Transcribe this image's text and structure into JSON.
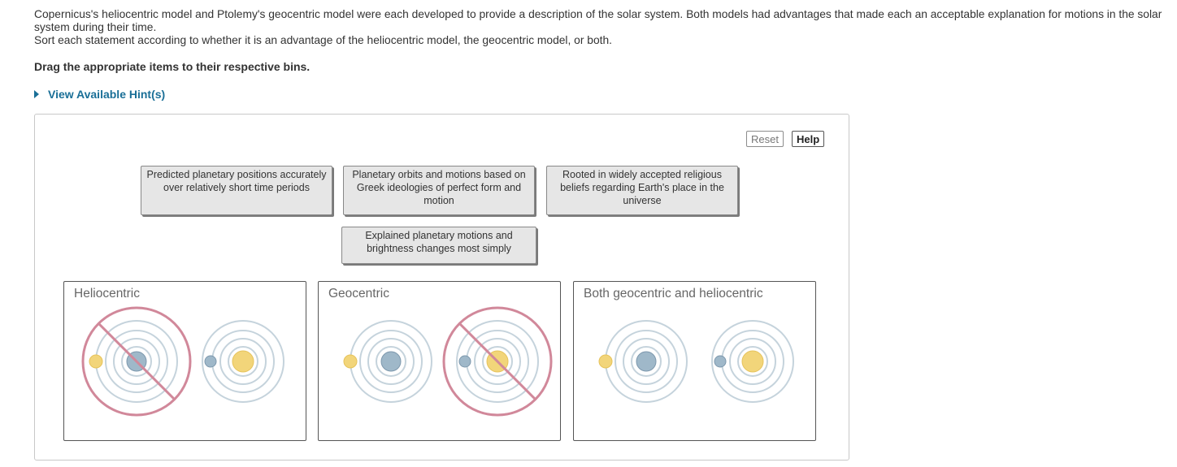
{
  "intro": {
    "line1": "Copernicus's heliocentric model and Ptolemy's geocentric model were each developed to provide a description of the solar system. Both models had advantages that made each an acceptable explanation for motions in the solar system during their time.",
    "line2": "Sort each statement according to whether it is an advantage of the heliocentric model, the geocentric model, or both."
  },
  "instruction": "Drag the appropriate items to their respective bins.",
  "hint_label": "View Available Hint(s)",
  "toolbar": {
    "reset_label": "Reset",
    "help_label": "Help"
  },
  "items": [
    "Predicted planetary positions accurately over relatively short time periods",
    "Planetary orbits and motions based on Greek ideologies of perfect form and motion",
    "Rooted in widely accepted religious beliefs regarding Earth's place in the universe",
    "Explained planetary motions and brightness changes most simply"
  ],
  "bins": [
    {
      "label": "Heliocentric",
      "icons": [
        "geocentric-model-icon",
        "heliocentric-model-icon"
      ],
      "crossed": [
        true,
        false
      ]
    },
    {
      "label": "Geocentric",
      "icons": [
        "geocentric-model-icon",
        "heliocentric-model-icon"
      ],
      "crossed": [
        false,
        true
      ]
    },
    {
      "label": "Both geocentric and heliocentric",
      "icons": [
        "geocentric-model-icon",
        "heliocentric-model-icon"
      ],
      "crossed": [
        false,
        false
      ]
    }
  ],
  "colors": {
    "sun": "#f2d57a",
    "sun_outline": "#e6c35a",
    "earth": "#9fb8c9",
    "orbit": "#c5d3dc",
    "prohibited": "#d1889a",
    "link": "#1a6f97"
  }
}
